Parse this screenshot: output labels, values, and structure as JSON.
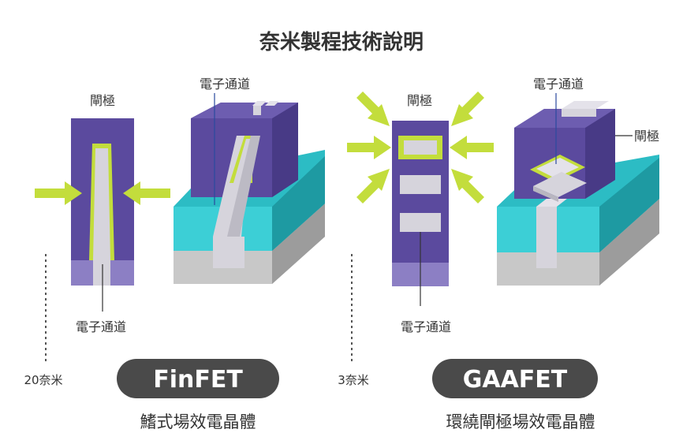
{
  "title": "奈米製程技術說明",
  "finfet": {
    "gate_label": "閘極",
    "channel_label_top": "電子通道",
    "channel_label_bottom": "電子通道",
    "scale_label": "20奈米",
    "badge": "FinFET",
    "subtitle": "鰭式場效電晶體"
  },
  "gaafet": {
    "gate_label_front": "閘極",
    "channel_label_top": "電子通道",
    "gate_label_side": "閘極",
    "channel_label_bottom": "電子通道",
    "scale_label": "3奈米",
    "badge": "GAAFET",
    "subtitle": "環繞閘極場效電晶體"
  },
  "colors": {
    "gate_purple": "#5b4a9e",
    "gate_purple_light": "#8c7fc4",
    "channel_gray": "#d6d4dc",
    "substrate_teal": "#2cbcc4",
    "substrate_teal_dark": "#1e9aa2",
    "substrate_gray": "#c8c8c8",
    "arrow_green": "#c3dd3c",
    "badge_bg": "#4a4a4a",
    "text_dark": "#333333"
  }
}
